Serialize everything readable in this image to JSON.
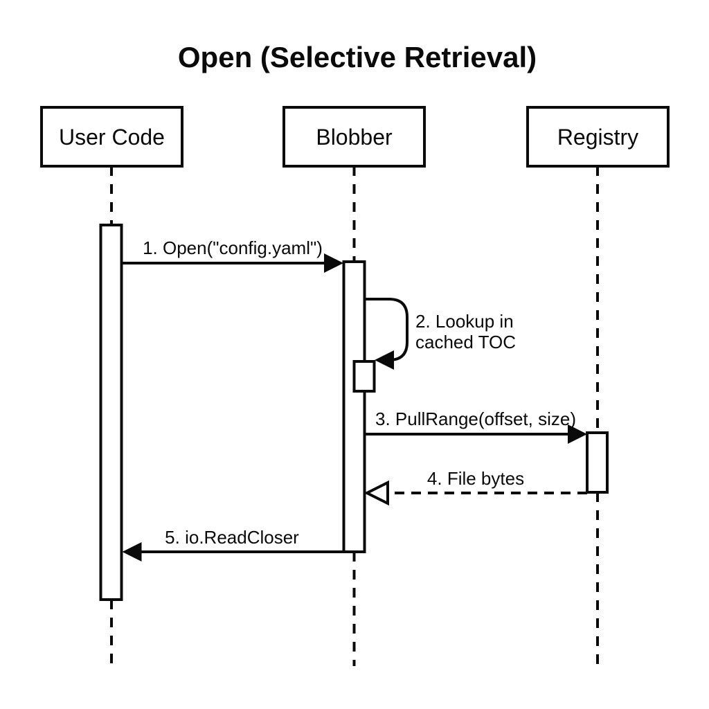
{
  "diagram": {
    "kind": "uml-sequence-diagram",
    "title": "Open (Selective Retrieval)",
    "colors": {
      "line": "#0a0a0a",
      "text": "#0a0a0a",
      "background": "#ffffff"
    },
    "participants": [
      {
        "name": "User Code"
      },
      {
        "name": "Blobber"
      },
      {
        "name": "Registry"
      }
    ],
    "messages": [
      {
        "seq": 1,
        "label": "1. Open(\"config.yaml\")",
        "from": "User Code",
        "to": "Blobber",
        "line_style": "solid",
        "arrow_style": "filled"
      },
      {
        "seq": 2,
        "label": "2. Lookup in cached TOC",
        "label_lines": [
          "2. Lookup in",
          "cached TOC"
        ],
        "from": "Blobber",
        "to": "Blobber",
        "self_message": true,
        "line_style": "solid",
        "arrow_style": "filled"
      },
      {
        "seq": 3,
        "label": "3. PullRange(offset, size)",
        "from": "Blobber",
        "to": "Registry",
        "line_style": "solid",
        "arrow_style": "filled"
      },
      {
        "seq": 4,
        "label": "4. File bytes",
        "from": "Registry",
        "to": "Blobber",
        "line_style": "dashed",
        "arrow_style": "open"
      },
      {
        "seq": 5,
        "label": "5. io.ReadCloser",
        "from": "Blobber",
        "to": "User Code",
        "line_style": "solid",
        "arrow_style": "filled"
      }
    ]
  }
}
